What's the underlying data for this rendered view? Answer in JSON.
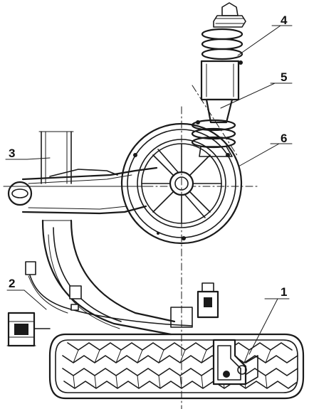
{
  "callouts": {
    "c1": "1",
    "c2": "2",
    "c3": "3",
    "c4": "4",
    "c5": "5",
    "c6": "6"
  },
  "colors": {
    "ink": "#1a1a1a",
    "paper": "#ffffff"
  }
}
